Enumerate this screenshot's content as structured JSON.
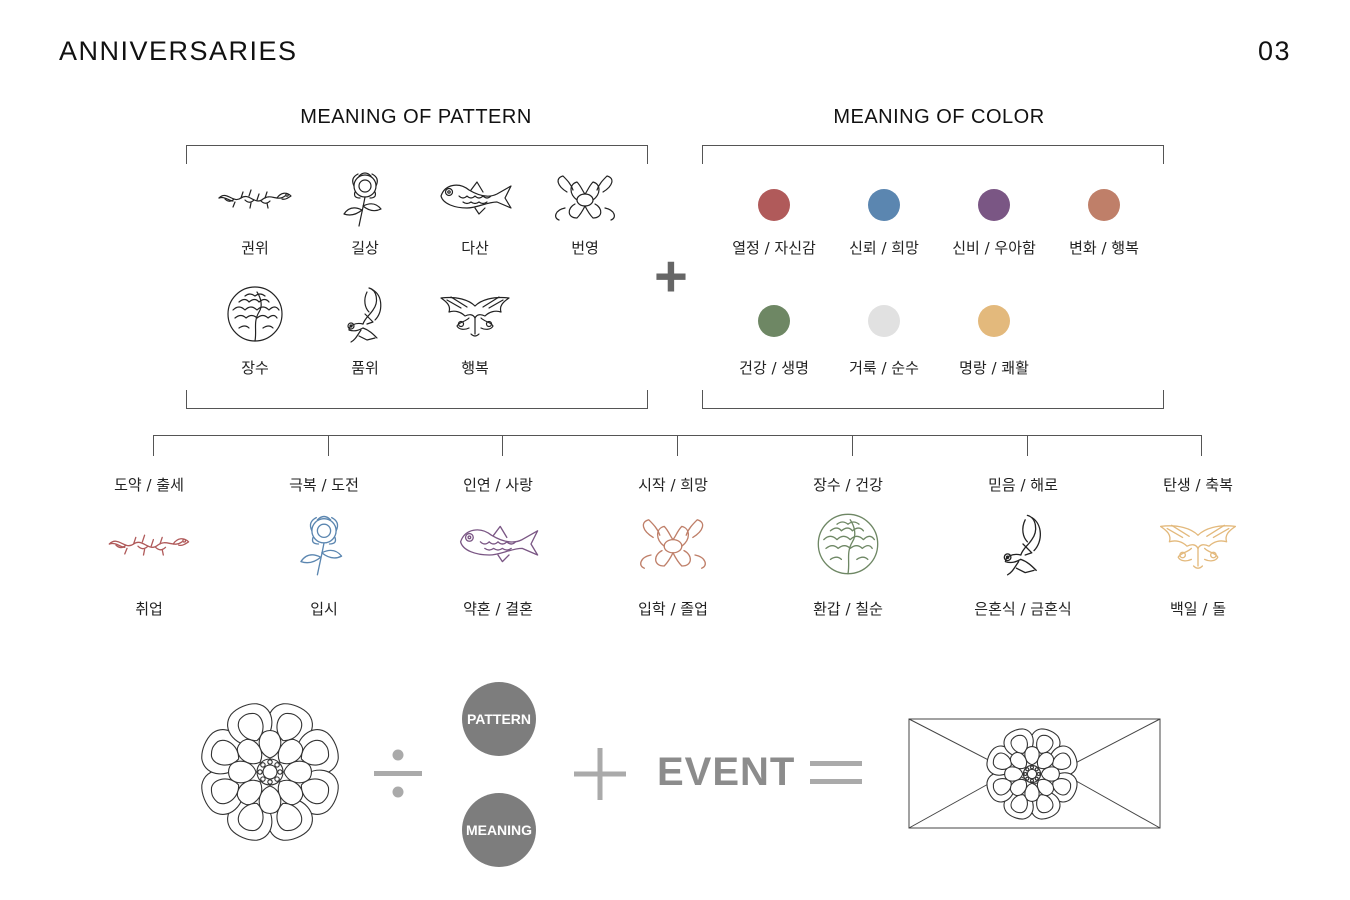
{
  "header": {
    "title": "ANNIVERSARIES",
    "page_number": "03"
  },
  "pattern_section": {
    "title": "MEANING OF PATTERN",
    "items": [
      {
        "icon": "dragon-icon",
        "label": "권위"
      },
      {
        "icon": "chrysanthemum-icon",
        "label": "길상"
      },
      {
        "icon": "fish-icon",
        "label": "다산"
      },
      {
        "icon": "peony-icon",
        "label": "번영"
      },
      {
        "icon": "pine-circle-icon",
        "label": "장수"
      },
      {
        "icon": "phoenix-icon",
        "label": "품위"
      },
      {
        "icon": "bat-icon",
        "label": "행복"
      }
    ]
  },
  "combine_symbol": "+",
  "color_section": {
    "title": "MEANING OF COLOR",
    "items": [
      {
        "color": "#b05a5a",
        "label": "열정 / 자신감"
      },
      {
        "color": "#5b86b0",
        "label": "신뢰 / 희망"
      },
      {
        "color": "#7a5684",
        "label": "신비 / 우아함"
      },
      {
        "color": "#bf7f69",
        "label": "변화 / 행복"
      },
      {
        "color": "#6e8764",
        "label": "건강 / 생명"
      },
      {
        "color": "#e1e1e1",
        "label": "거룩 / 순수"
      },
      {
        "color": "#e3b97c",
        "label": "명랑 / 쾌활"
      }
    ]
  },
  "combinations": [
    {
      "meaning": "도약 / 출세",
      "event": "취업",
      "icon": "dragon-icon",
      "color": "#b05a5a"
    },
    {
      "meaning": "극복 / 도전",
      "event": "입시",
      "icon": "chrysanthemum-icon",
      "color": "#5b86b0"
    },
    {
      "meaning": "인연 / 사랑",
      "event": "약혼 / 결혼",
      "icon": "fish-icon",
      "color": "#7a5684"
    },
    {
      "meaning": "시작 / 희망",
      "event": "입학 / 졸업",
      "icon": "peony-icon",
      "color": "#bf7f69"
    },
    {
      "meaning": "장수 / 건강",
      "event": "환갑 / 칠순",
      "icon": "pine-circle-icon",
      "color": "#6e8764"
    },
    {
      "meaning": "믿음 / 해로",
      "event": "은혼식 / 금혼식",
      "icon": "phoenix-icon",
      "color": "#222222"
    },
    {
      "meaning": "탄생 / 축복",
      "event": "백일 / 돌",
      "icon": "bat-icon",
      "color": "#e3b97c"
    }
  ],
  "formula": {
    "divide": "÷",
    "top_circle": "PATTERN",
    "bottom_circle": "MEANING",
    "plus": "+",
    "event": "EVENT",
    "equals": "=",
    "flower_icon": "lotus-medallion-icon",
    "envelope_icon": "envelope-icon"
  }
}
